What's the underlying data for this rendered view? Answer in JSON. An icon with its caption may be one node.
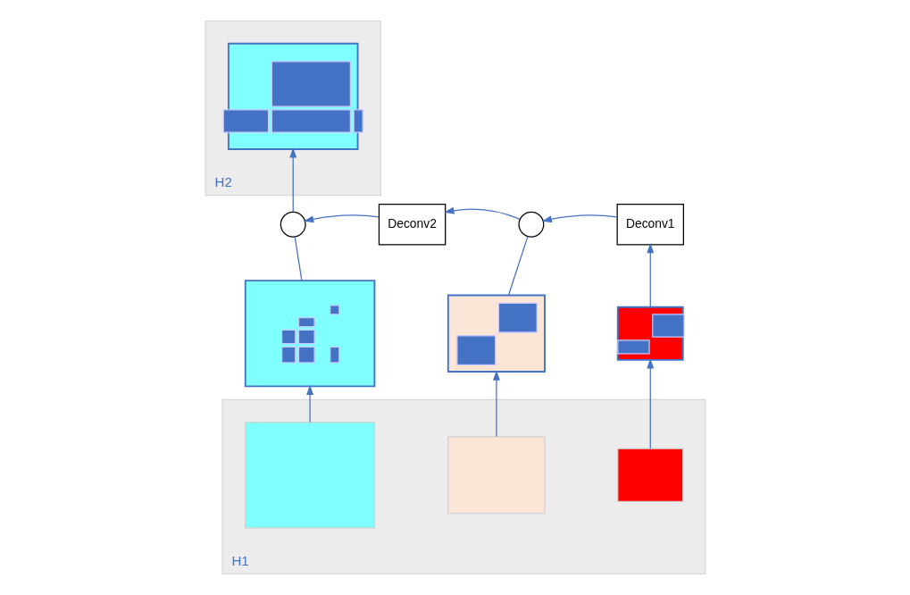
{
  "diagram": {
    "nodes": [
      {
        "text": [
          "H2"
        ]
      },
      {
        "text": [],
        "shape": "picture",
        "in": 0
      },
      {
        "text": [],
        "shape": "circle"
      },
      {
        "text": [
          "Deconv2"
        ]
      },
      {
        "text": [],
        "shape": "circle"
      },
      {
        "text": [
          "Deconv1"
        ]
      },
      {
        "text": [],
        "shape": "picture"
      },
      {
        "text": [],
        "shape": "picture"
      },
      {
        "text": [],
        "shape": "picture"
      },
      {
        "text": [
          "H1"
        ]
      },
      {
        "text": [],
        "shape": "box",
        "in": 9
      },
      {
        "text": [],
        "shape": "box",
        "in": 9
      },
      {
        "text": [],
        "shape": "box",
        "in": 9
      }
    ],
    "edges": [
      {
        "from": 10,
        "to": 6,
        "arrow": "to"
      },
      {
        "from": 6,
        "to": 2,
        "arrow": "none"
      },
      {
        "from": 2,
        "to": 1,
        "arrow": "to"
      },
      {
        "from": 11,
        "to": 7,
        "arrow": "to"
      },
      {
        "from": 7,
        "to": 4,
        "arrow": "none"
      },
      {
        "from": 12,
        "to": 8,
        "arrow": "to"
      },
      {
        "from": 8,
        "to": 5,
        "arrow": "to"
      },
      {
        "from": 5,
        "to": 4,
        "arrow": "to"
      },
      {
        "from": 4,
        "to": 3,
        "arrow": "to"
      },
      {
        "from": 3,
        "to": 2,
        "arrow": "to"
      }
    ]
  }
}
